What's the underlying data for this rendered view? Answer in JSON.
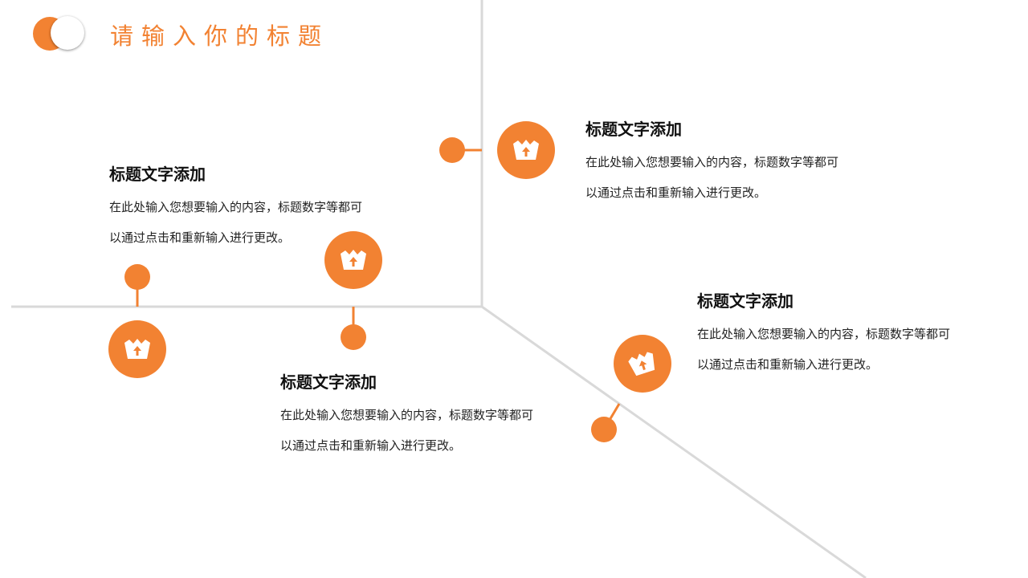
{
  "page": {
    "title": "请输入你的标题",
    "accent_color": "#f28232",
    "line_color": "#d9d9d9"
  },
  "items": [
    {
      "heading": "标题文字添加",
      "body": "在此处输入您想要输入的内容，标题数字等都可以通过点击和重新输入进行更改。",
      "icon": "basket-upload-icon"
    },
    {
      "heading": "标题文字添加",
      "body": "在此处输入您想要输入的内容，标题数字等都可以通过点击和重新输入进行更改。",
      "icon": "basket-upload-icon"
    },
    {
      "heading": "标题文字添加",
      "body": "在此处输入您想要输入的内容，标题数字等都可以通过点击和重新输入进行更改。",
      "icon": "basket-upload-icon"
    },
    {
      "heading": "标题文字添加",
      "body": "在此处输入您想要输入的内容，标题数字等都可以通过点击和重新输入进行更改。",
      "icon": "tilted-basket-upload-icon"
    }
  ]
}
